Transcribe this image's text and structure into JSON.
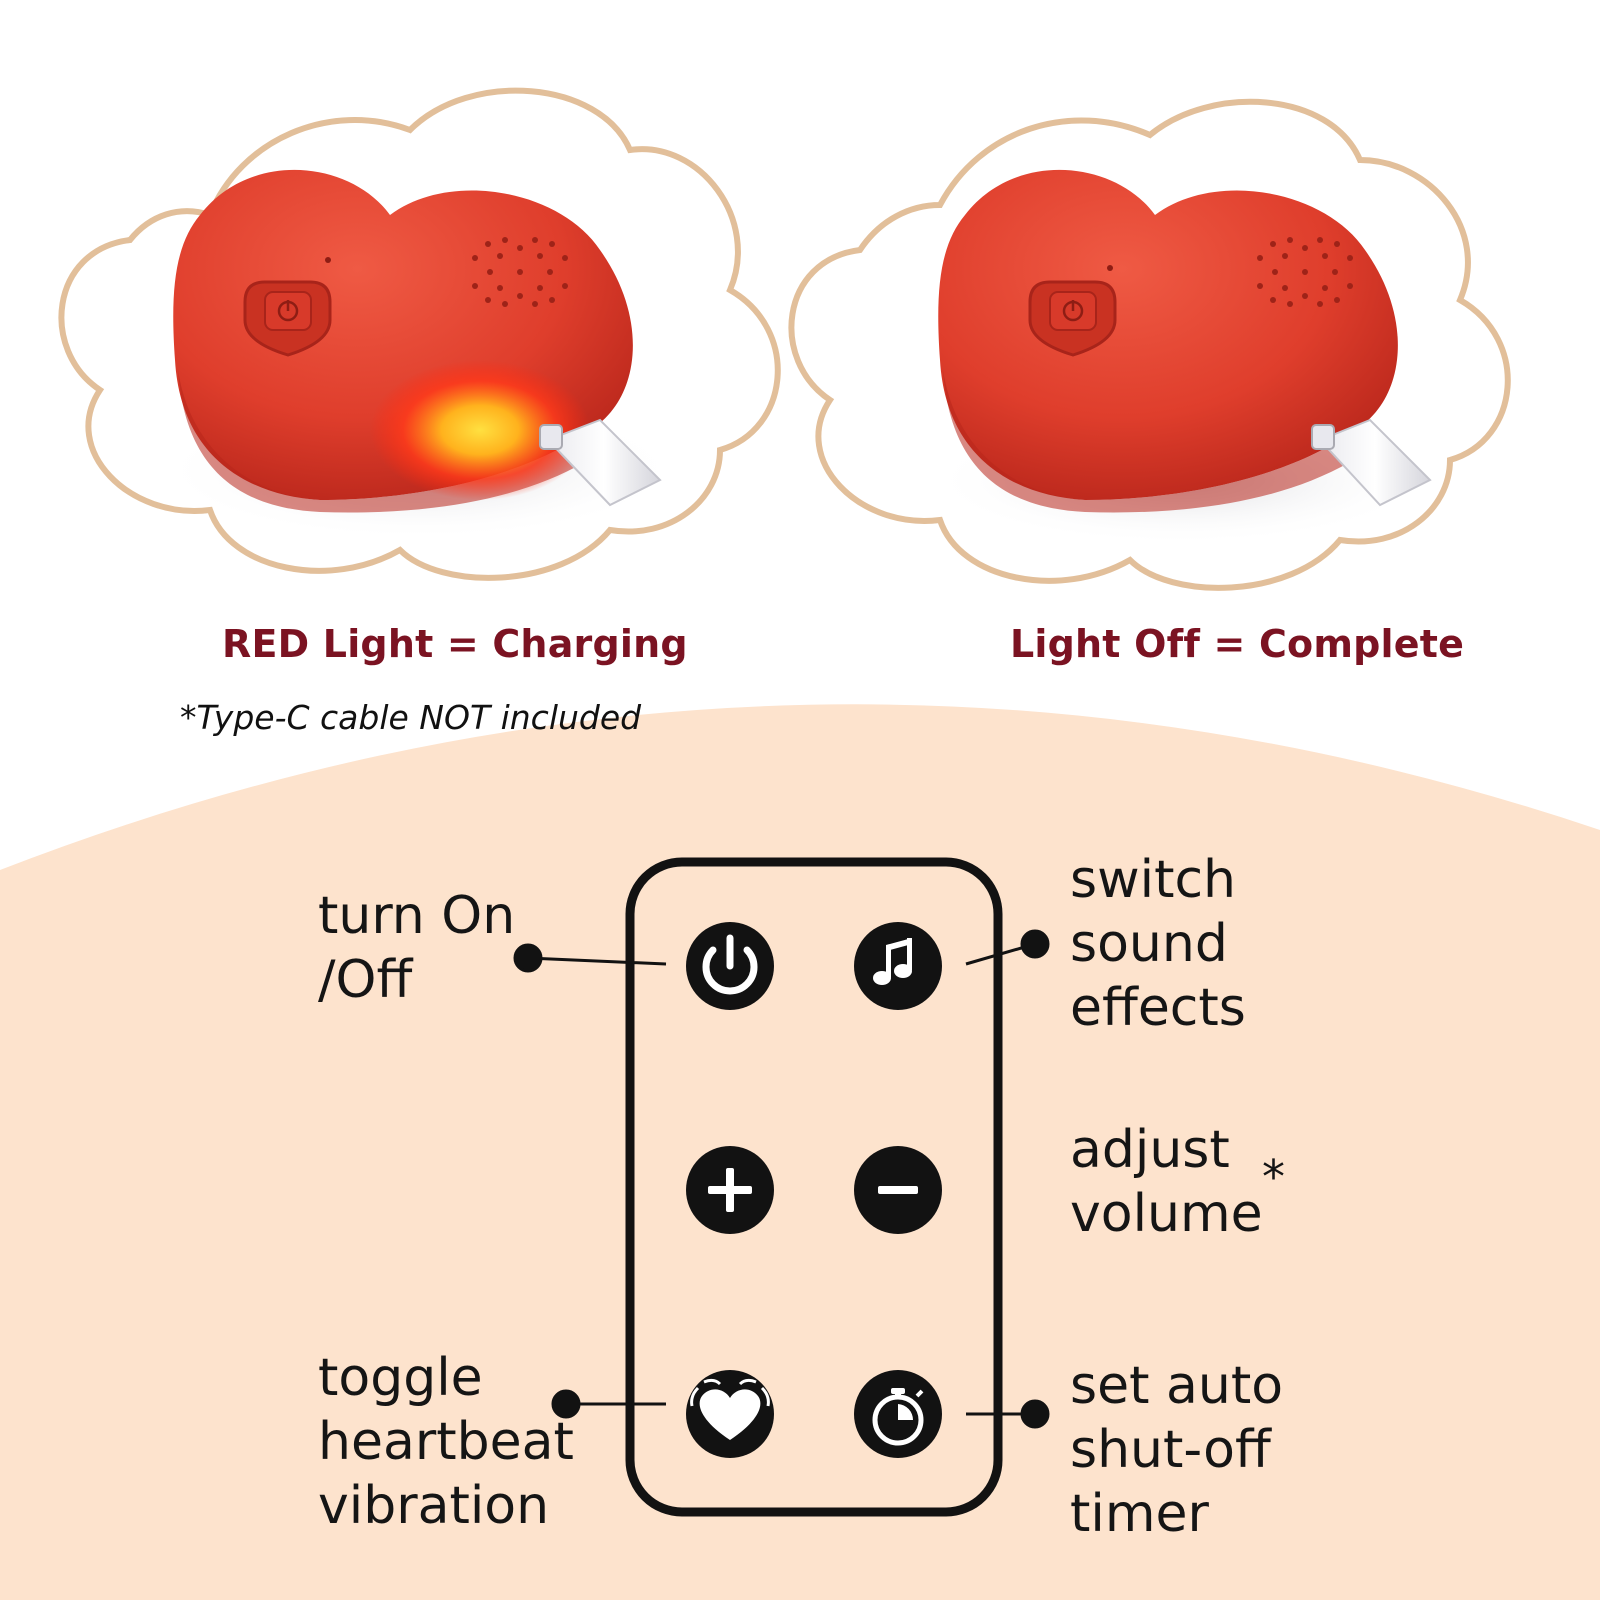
{
  "captions": {
    "charging": "RED Light = Charging",
    "complete": "Light Off = Complete",
    "cable_note": "*Type-C cable NOT included"
  },
  "labels": {
    "power": "turn On\n/Off",
    "sound": "switch\nsound\neffects",
    "volume": "adjust\nvolume",
    "volume_asterisk": "*",
    "heartbeat": "toggle\nheartbeat\nvibration",
    "timer": "set auto\nshut-off\ntimer"
  },
  "remote_buttons": [
    {
      "icon": "power-icon"
    },
    {
      "icon": "music-note-icon"
    },
    {
      "icon": "plus-icon"
    },
    {
      "icon": "minus-icon"
    },
    {
      "icon": "heart-vibration-icon"
    },
    {
      "icon": "stopwatch-icon"
    }
  ],
  "colors": {
    "caption": "#7b1322",
    "peach_background": "#fde3cd",
    "cloud_outline": "#e2bf9a",
    "heart_red": "#e2412f",
    "charge_glow": "#ffcc22"
  }
}
